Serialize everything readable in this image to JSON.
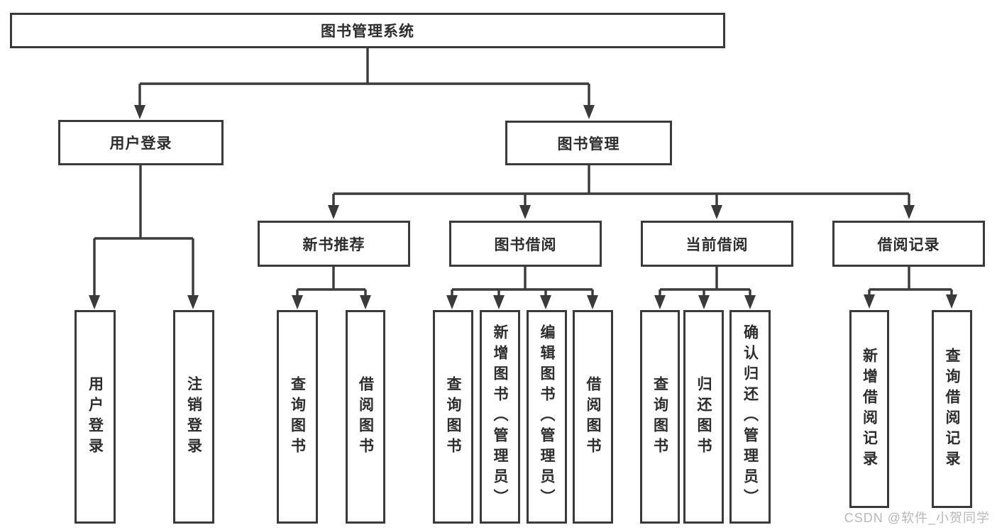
{
  "tree": {
    "root": {
      "label": "图书管理系统"
    },
    "branches": [
      {
        "label": "用户登录",
        "children": [
          "用户登录",
          "注销登录"
        ]
      },
      {
        "label": "图书管理",
        "sections": [
          {
            "label": "新书推荐",
            "children": [
              "查询图书",
              "借阅图书"
            ]
          },
          {
            "label": "图书借阅",
            "children": [
              "查询图书",
              "新增图书（管理员）",
              "编辑图书（管理员）",
              "借阅图书"
            ]
          },
          {
            "label": "当前借阅",
            "children": [
              "查询图书",
              "归还图书",
              "确认归还（管理员）"
            ]
          },
          {
            "label": "借阅记录",
            "children": [
              "新增借阅记录",
              "查询借阅记录"
            ]
          }
        ]
      }
    ]
  },
  "watermark": {
    "text": "CSDN @软件_小贺同学"
  },
  "colors": {
    "line": "#3a3a3a",
    "box_border": "#3a3a3a",
    "box_fill": "#ffffff",
    "text": "#2d2d2d",
    "watermark": "#b8b8b8",
    "background": "#ffffff"
  }
}
